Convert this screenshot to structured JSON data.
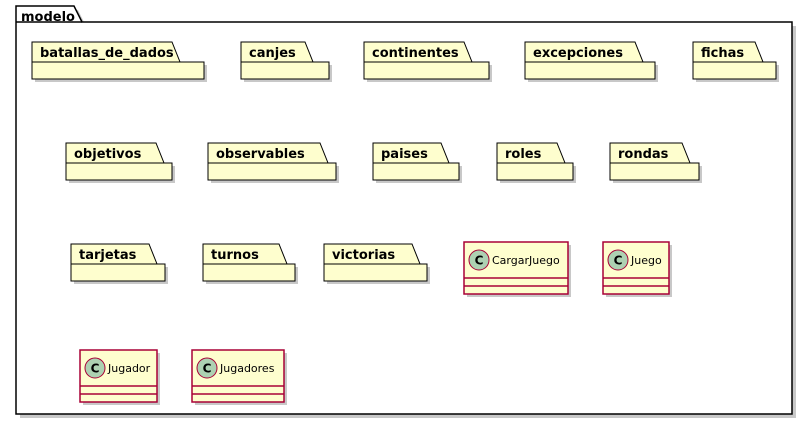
{
  "diagram": {
    "outer_package": "modelo",
    "colors": {
      "package_fill": "#FEFECE",
      "package_stroke": "#000000",
      "class_stroke": "#A80036",
      "class_circle": "#ADD1B2",
      "shadow": "#C8C8C8"
    },
    "packages": [
      "batallas_de_dados",
      "canjes",
      "continentes",
      "excepciones",
      "fichas",
      "objetivos",
      "observables",
      "paises",
      "roles",
      "rondas",
      "tarjetas",
      "turnos",
      "victorias"
    ],
    "classes": [
      {
        "name": "CargarJuego",
        "stereotype": "C"
      },
      {
        "name": "Juego",
        "stereotype": "C"
      },
      {
        "name": "Jugador",
        "stereotype": "C"
      },
      {
        "name": "Jugadores",
        "stereotype": "C"
      }
    ]
  }
}
